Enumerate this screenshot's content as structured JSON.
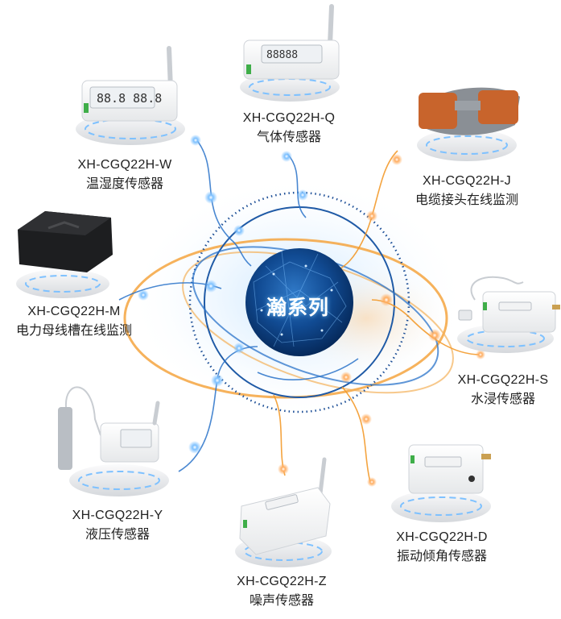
{
  "center": {
    "label": "瀚系列"
  },
  "colors": {
    "blue": "#2a73c9",
    "orange": "#f39a2b",
    "core": "#0b3a78"
  },
  "sensors": [
    {
      "id": "w",
      "model": "XH-CGQ22H-W",
      "name": "温湿度传感器",
      "icon": "lcd-sensor-with-antenna-icon",
      "link": "blue"
    },
    {
      "id": "q",
      "model": "XH-CGQ22H-Q",
      "name": "气体传感器",
      "icon": "gas-sensor-with-antenna-icon",
      "link": "blue"
    },
    {
      "id": "j",
      "model": "XH-CGQ22H-J",
      "name": "电缆接头在线监测",
      "icon": "cable-joint-clamp-icon",
      "link": "orange"
    },
    {
      "id": "m",
      "model": "XH-CGQ22H-M",
      "name": "电力母线槽在线监测",
      "icon": "black-busbar-module-icon",
      "link": "blue"
    },
    {
      "id": "s",
      "model": "XH-CGQ22H-S",
      "name": "水浸传感器",
      "icon": "water-immersion-sensor-icon",
      "link": "orange"
    },
    {
      "id": "y",
      "model": "XH-CGQ22H-Y",
      "name": "液压传感器",
      "icon": "hydraulic-probe-sensor-icon",
      "link": "blue"
    },
    {
      "id": "z",
      "model": "XH-CGQ22H-Z",
      "name": "噪声传感器",
      "icon": "noise-sensor-with-antenna-icon",
      "link": "orange"
    },
    {
      "id": "d",
      "model": "XH-CGQ22H-D",
      "name": "振动倾角传感器",
      "icon": "vibration-tilt-sensor-icon",
      "link": "orange"
    }
  ]
}
